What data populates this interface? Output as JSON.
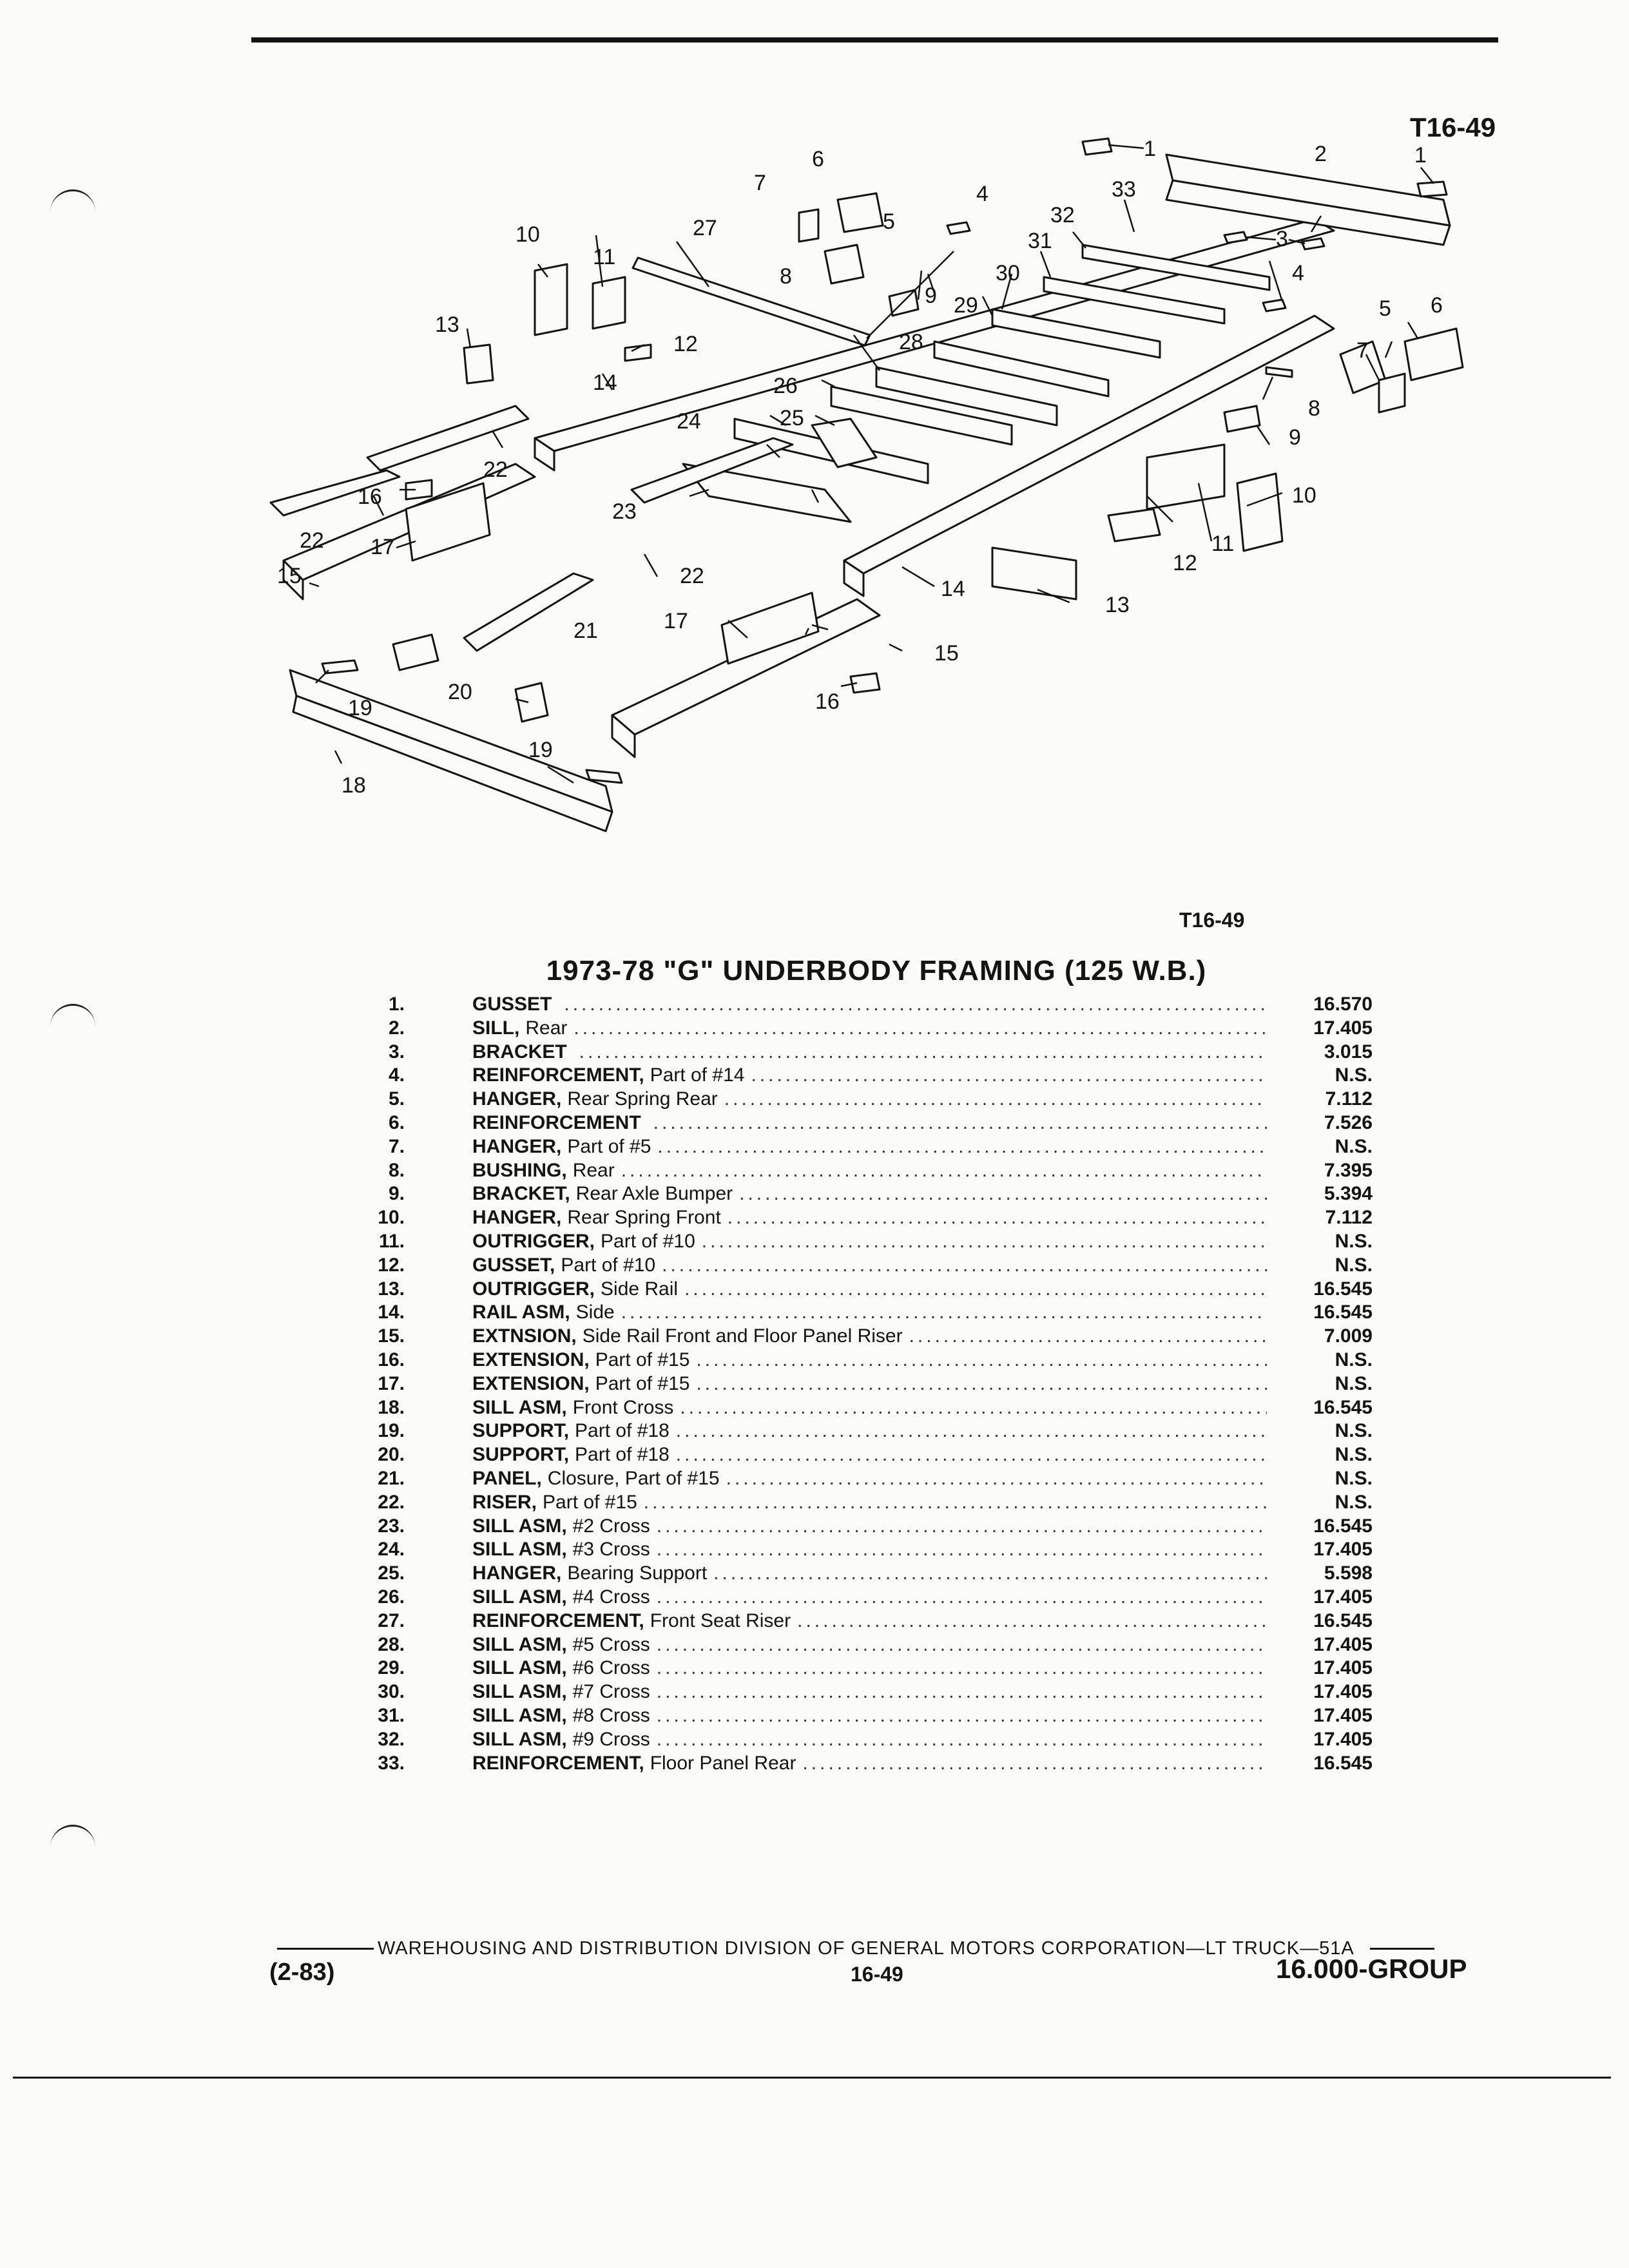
{
  "figure_code": "T16-49",
  "figure_caption": "T16-49",
  "title": "1973-78 \"G\" UNDERBODY FRAMING (125 W.B.)",
  "parts": [
    {
      "num": "1.",
      "name": "GUSSET",
      "detail": "",
      "code": "16.570"
    },
    {
      "num": "2.",
      "name": "SILL,",
      "detail": "Rear",
      "code": "17.405"
    },
    {
      "num": "3.",
      "name": "BRACKET",
      "detail": "",
      "code": "3.015"
    },
    {
      "num": "4.",
      "name": "REINFORCEMENT,",
      "detail": "Part of #14",
      "code": "N.S."
    },
    {
      "num": "5.",
      "name": "HANGER,",
      "detail": "Rear Spring Rear",
      "code": "7.112"
    },
    {
      "num": "6.",
      "name": "REINFORCEMENT",
      "detail": "",
      "code": "7.526"
    },
    {
      "num": "7.",
      "name": "HANGER,",
      "detail": "Part of #5",
      "code": "N.S."
    },
    {
      "num": "8.",
      "name": "BUSHING,",
      "detail": "Rear",
      "code": "7.395"
    },
    {
      "num": "9.",
      "name": "BRACKET,",
      "detail": "Rear Axle Bumper",
      "code": "5.394"
    },
    {
      "num": "10.",
      "name": "HANGER,",
      "detail": "Rear Spring Front",
      "code": "7.112"
    },
    {
      "num": "11.",
      "name": "OUTRIGGER,",
      "detail": "Part of #10",
      "code": "N.S."
    },
    {
      "num": "12.",
      "name": "GUSSET,",
      "detail": "Part of #10",
      "code": "N.S."
    },
    {
      "num": "13.",
      "name": "OUTRIGGER,",
      "detail": "Side Rail",
      "code": "16.545"
    },
    {
      "num": "14.",
      "name": "RAIL ASM,",
      "detail": "Side",
      "code": "16.545"
    },
    {
      "num": "15.",
      "name": "EXTNSION,",
      "detail": "Side Rail Front and Floor Panel Riser",
      "code": "7.009"
    },
    {
      "num": "16.",
      "name": "EXTENSION,",
      "detail": "Part of #15",
      "code": "N.S."
    },
    {
      "num": "17.",
      "name": "EXTENSION,",
      "detail": "Part of #15",
      "code": "N.S."
    },
    {
      "num": "18.",
      "name": "SILL ASM,",
      "detail": "Front Cross",
      "code": "16.545"
    },
    {
      "num": "19.",
      "name": "SUPPORT,",
      "detail": "Part of #18",
      "code": "N.S."
    },
    {
      "num": "20.",
      "name": "SUPPORT,",
      "detail": "Part of #18",
      "code": "N.S."
    },
    {
      "num": "21.",
      "name": "PANEL,",
      "detail": "Closure, Part of #15",
      "code": "N.S."
    },
    {
      "num": "22.",
      "name": "RISER,",
      "detail": "Part of #15",
      "code": "N.S."
    },
    {
      "num": "23.",
      "name": "SILL ASM,",
      "detail": "#2 Cross",
      "code": "16.545"
    },
    {
      "num": "24.",
      "name": "SILL ASM,",
      "detail": "#3 Cross",
      "code": "17.405"
    },
    {
      "num": "25.",
      "name": "HANGER,",
      "detail": "Bearing Support",
      "code": "5.598"
    },
    {
      "num": "26.",
      "name": "SILL ASM,",
      "detail": "#4 Cross",
      "code": "17.405"
    },
    {
      "num": "27.",
      "name": "REINFORCEMENT,",
      "detail": "Front Seat Riser",
      "code": "16.545"
    },
    {
      "num": "28.",
      "name": "SILL ASM,",
      "detail": "#5 Cross",
      "code": "17.405"
    },
    {
      "num": "29.",
      "name": "SILL ASM,",
      "detail": "#6 Cross",
      "code": "17.405"
    },
    {
      "num": "30.",
      "name": "SILL ASM,",
      "detail": "#7 Cross",
      "code": "17.405"
    },
    {
      "num": "31.",
      "name": "SILL ASM,",
      "detail": "#8 Cross",
      "code": "17.405"
    },
    {
      "num": "32.",
      "name": "SILL ASM,",
      "detail": "#9 Cross",
      "code": "17.405"
    },
    {
      "num": "33.",
      "name": "REINFORCEMENT,",
      "detail": "Floor Panel Rear",
      "code": "16.545"
    }
  ],
  "callouts": {
    "c1a": "1",
    "c1b": "1",
    "c2": "2",
    "c3": "3",
    "c4a": "4",
    "c4b": "4",
    "c5a": "5",
    "c5b": "5",
    "c6a": "6",
    "c6b": "6",
    "c7a": "7",
    "c7b": "7",
    "c8a": "8",
    "c8b": "8",
    "c9a": "9",
    "c9b": "9",
    "c10a": "10",
    "c10b": "10",
    "c11a": "11",
    "c11b": "11",
    "c12a": "12",
    "c12b": "12",
    "c13a": "13",
    "c13b": "13",
    "c14a": "14",
    "c14b": "14",
    "c15a": "15",
    "c15b": "15",
    "c16a": "16",
    "c16b": "16",
    "c17a": "17",
    "c17b": "17",
    "c18": "18",
    "c19a": "19",
    "c19b": "19",
    "c20": "20",
    "c21": "21",
    "c22a": "22",
    "c22b": "22",
    "c22c": "22",
    "c23": "23",
    "c24": "24",
    "c25": "25",
    "c26": "26",
    "c27": "27",
    "c28": "28",
    "c29": "29",
    "c30": "30",
    "c31": "31",
    "c32": "32",
    "c33": "33"
  },
  "footer": {
    "division": "WAREHOUSING AND DISTRIBUTION  DIVISION OF GENERAL MOTORS CORPORATION—LT TRUCK—51A",
    "revision": "(2-83)",
    "page_number": "16-49",
    "group": "16.000-GROUP"
  }
}
